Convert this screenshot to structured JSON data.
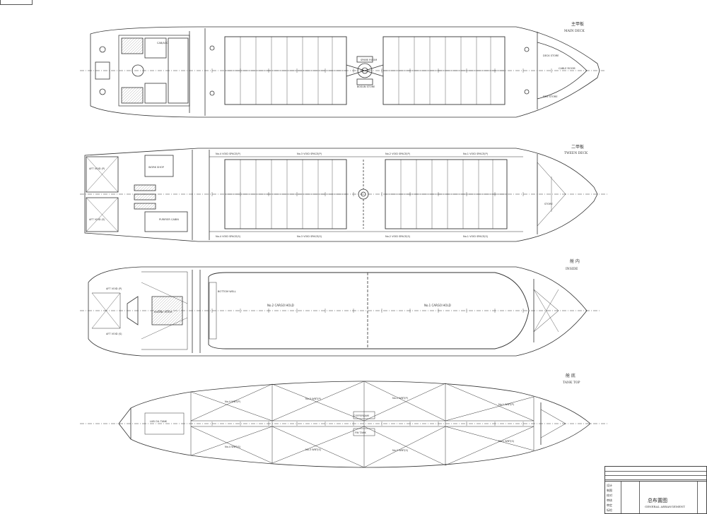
{
  "plans": [
    {
      "id": "main-deck",
      "title_cn": "主甲板",
      "title_en": "MAIN DECK",
      "labels": [
        "CAB/ACC",
        "CABLE ROOM",
        "SPARE ROOM",
        "BOSUN STORE",
        "DECK STORE",
        "FIRE STORE"
      ]
    },
    {
      "id": "tween-deck",
      "title_cn": "二甲板",
      "title_en": "TWEEN DECK",
      "labels": [
        "No.4 VOID SPACE(P)",
        "No.3 VOID SPACE(P)",
        "No.2 VOID SPACE(P)",
        "No.1 VOID SPACE(P)",
        "No.4 VOID SPACE(S)",
        "No.3 VOID SPACE(S)",
        "No.2 VOID SPACE(S)",
        "No.1 VOID SPACE(S)",
        "WORK SHOP",
        "PURIFIER CABIN",
        "STORE",
        "AFT VOID (P)",
        "AFT VOID (S)"
      ]
    },
    {
      "id": "inside",
      "title_cn": "舱 内",
      "title_en": "INSIDE",
      "labels": [
        "No.2 CARGO HOLD",
        "No.1 CARGO HOLD",
        "ENGINE ROOM",
        "BOTTOM WELL",
        "AFT VOID (P)",
        "AFT VOID (S)"
      ]
    },
    {
      "id": "tank-top",
      "title_cn": "舱 底",
      "title_en": "TANK TOP",
      "labels": [
        "No.4 WBT(P)",
        "No.3 WBT(P)",
        "No.2 WBT(P)",
        "No.1 WBT(P)",
        "No.4 WBT(S)",
        "No.3 WBT(S)",
        "No.2 WBT(S)",
        "No.1 WBT(S)",
        "COFFERDAM",
        "LUB OIL TANK",
        "FW TANK"
      ]
    }
  ],
  "title_block": {
    "title_cn": "总布置图",
    "title_en": "GENERAL ARRANGEMENT",
    "rows": [
      "设计",
      "制图",
      "校对",
      "审核",
      "审定",
      "标检"
    ]
  }
}
